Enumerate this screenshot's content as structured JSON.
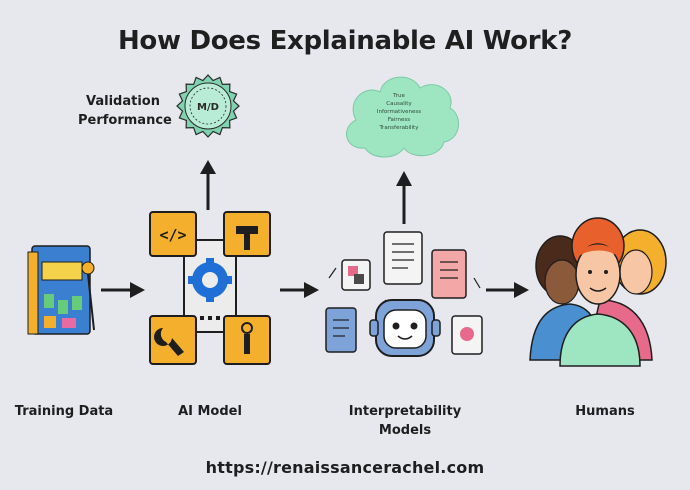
{
  "title": "How Does Explainable AI Work?",
  "validation": {
    "line1": "Validation",
    "line2": "Performance",
    "seal_text": "M/D"
  },
  "cloud": {
    "items": [
      "True",
      "Causality",
      "Informativeness",
      "Fairness",
      "Transferability"
    ]
  },
  "captions": {
    "training": "Training Data",
    "model": "AI Model",
    "interp_line1": "Interpretability",
    "interp_line2": "Models",
    "humans": "Humans"
  },
  "url": "https://renaissancerachel.com",
  "colors": {
    "background": "#e6e8ee",
    "model_orange": "#f4b02c",
    "seal_green": "#7fd3b0",
    "cloud_green": "#9ee6c2",
    "gear_blue": "#1f6fd6"
  }
}
